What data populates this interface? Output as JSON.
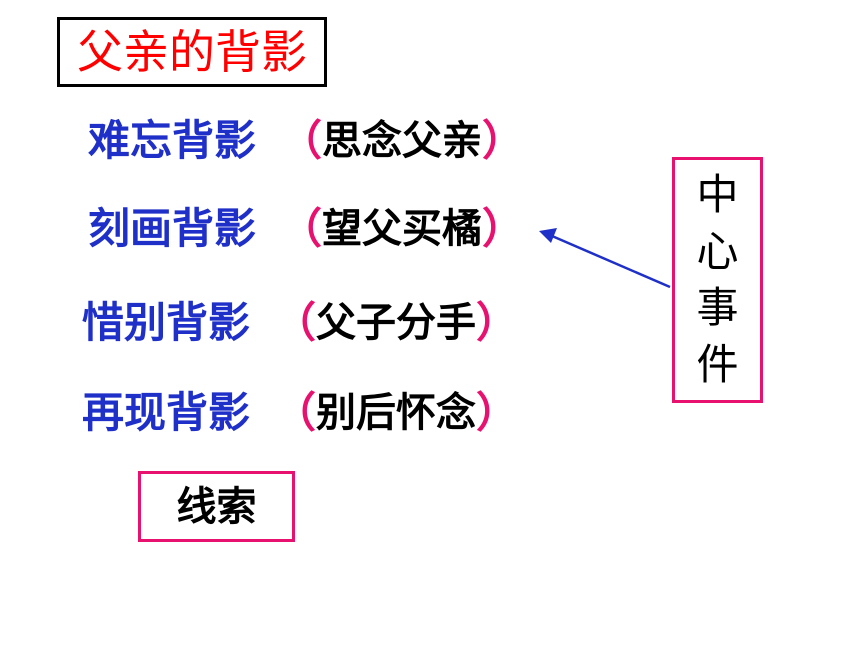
{
  "title": "父亲的背影",
  "rows": [
    {
      "stage": "难忘背影",
      "open": "（",
      "event": "思念父亲",
      "close": "）"
    },
    {
      "stage": "刻画背影",
      "open": "（",
      "event": "望父买橘",
      "close": "）"
    },
    {
      "stage": "惜别背影",
      "open": "（",
      "event": "父子分手",
      "close": "）"
    },
    {
      "stage": "再现背影",
      "open": "（",
      "event": "别后怀念",
      "close": "）"
    }
  ],
  "clue_label": "线索",
  "center_event": {
    "chars": [
      "中",
      "心",
      "事",
      "件"
    ]
  },
  "colors": {
    "title": "#ff0000",
    "stage": "#1f30c8",
    "paren": "#e8116f",
    "box_border": "#e8116f",
    "arrow": "#1f30c8"
  }
}
